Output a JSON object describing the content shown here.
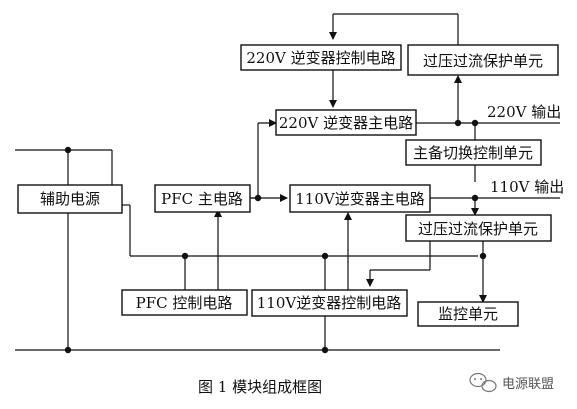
{
  "blocks": {
    "inv220_ctrl": "220V 逆变器控制电路",
    "ovp_top": "过压过流保护单元",
    "inv220_main": "220V 逆变器主电路",
    "switch_ctrl": "主备切换控制单元",
    "aux_power": "辅助电源",
    "pfc_main": "PFC 主电路",
    "inv110_main": "110V逆变器主电路",
    "ovp_mid": "过压过流保护单元",
    "pfc_ctrl": "PFC 控制电路",
    "inv110_ctrl": "110V逆变器控制电路",
    "monitor": "监控单元"
  },
  "outputs": {
    "out220": "220V 输出",
    "out110": "110V 输出"
  },
  "caption": "图 1    模块组成框图",
  "watermark": "电源联盟"
}
